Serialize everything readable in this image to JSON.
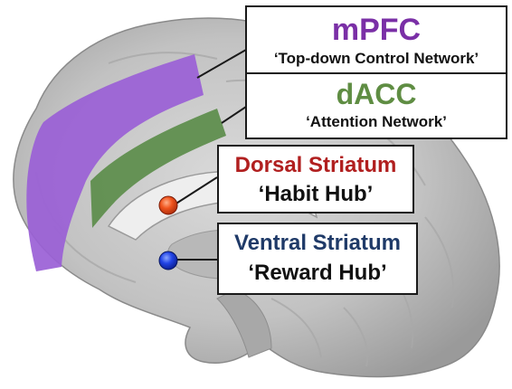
{
  "regions": {
    "mpfc": {
      "title": "mPFC",
      "subtitle": "‘Top-down Control Network’",
      "color": "#7a2fa6",
      "fill": "#9a5fd6"
    },
    "dacc": {
      "title": "dACC",
      "subtitle": "‘Attention Network’",
      "color": "#5f8d43",
      "fill": "#5f8e4e"
    },
    "dorsal_striatum": {
      "title": "Dorsal Striatum",
      "subtitle": "‘Habit Hub’",
      "color": "#b11f1f",
      "marker": "#e8461e"
    },
    "ventral_striatum": {
      "title": "Ventral Striatum",
      "subtitle": "‘Reward Hub’",
      "color": "#1f3a68",
      "marker": "#1f3fe0"
    }
  }
}
